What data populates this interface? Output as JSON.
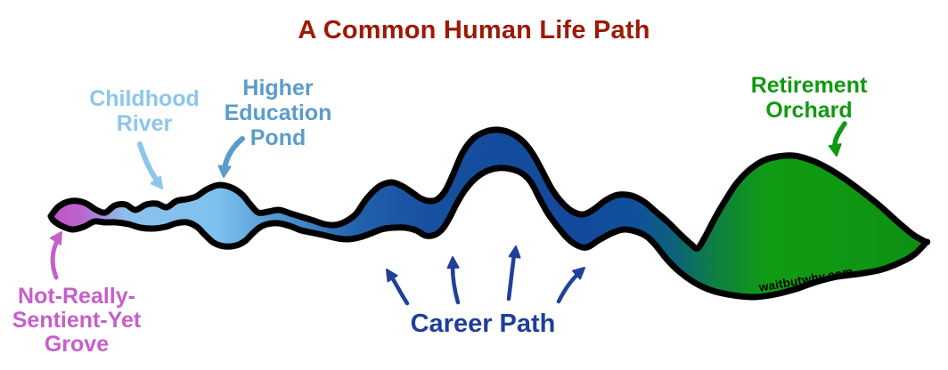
{
  "title": {
    "text": "A Common Human Life Path",
    "color": "#9C1A05"
  },
  "labels": {
    "grove": {
      "line1": "Not-Really-",
      "line2": "Sentient-Yet",
      "line3": "Grove",
      "color": "#C55FC9"
    },
    "childhood_river": {
      "line1": "Childhood",
      "line2": "River",
      "color": "#8CC6EC"
    },
    "higher_education_pond": {
      "line1": "Higher",
      "line2": "Education",
      "line3": "Pond",
      "color": "#5B9CCA"
    },
    "career_path": {
      "text": "Career Path",
      "color": "#1F3E99"
    },
    "retirement_orchard": {
      "line1": "Retirement",
      "line2": "Orchard",
      "color": "#119911"
    }
  },
  "watermark": {
    "text": "waitbutwhy.com",
    "color": "#000000"
  },
  "river": {
    "outline_color": "#000000",
    "segment_colors": {
      "grove": "#C052C6",
      "childhood_river": "#8CC0EA",
      "higher_education_pond": "#7CC2EE",
      "career_path": "#12499B",
      "retirement_orchard": "#109C12"
    }
  },
  "icons": {
    "grove_arrow": "curved-arrow-up",
    "childhood_river_arrow": "curved-arrow-down",
    "higher_education_pond_arrow": "curved-arrow-down",
    "career_path_arrows": "arrows-up",
    "retirement_orchard_arrow": "curved-arrow-down"
  }
}
